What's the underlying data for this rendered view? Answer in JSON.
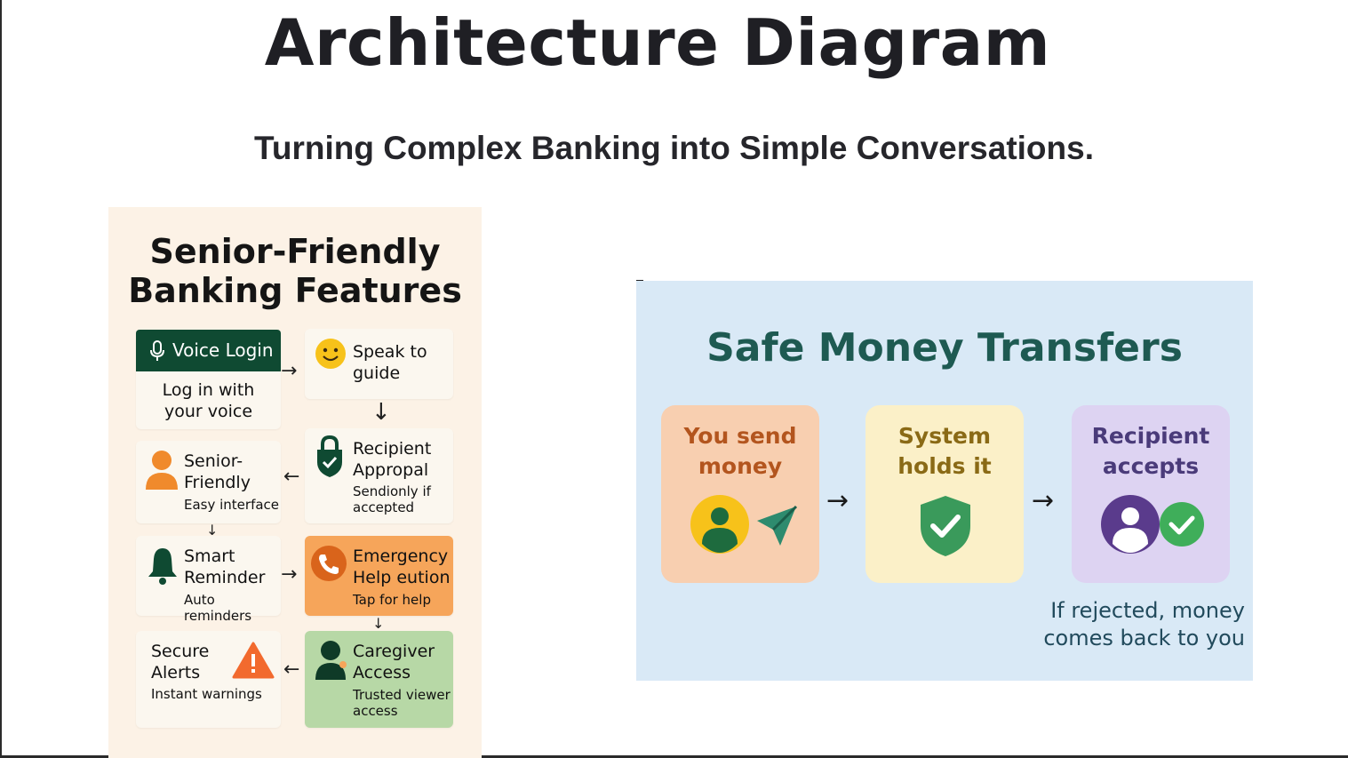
{
  "page": {
    "title": "Architecture Diagram",
    "subtitle": "Turning Complex Banking into Simple Conversations."
  },
  "features_panel": {
    "title_line1": "Senior-Friendly",
    "title_line2": "Banking Features",
    "cards": {
      "voice_login": {
        "title": "Voice Login",
        "desc_line1": "Log in with",
        "desc_line2": "your voice",
        "icon": "microphone-icon"
      },
      "speak_guide": {
        "title_line1": "Speak to",
        "title_line2": "guide",
        "icon": "smiley-icon"
      },
      "recipient": {
        "title_line1": "Recipient",
        "title_line2": "Appropal",
        "desc_line1": "Sendionly if",
        "desc_line2": "accepted",
        "icon": "lock-shield-icon"
      },
      "senior_friendly": {
        "title_line1": "Senior-",
        "title_line2": "Friendly",
        "desc": "Easy interface",
        "icon": "person-icon"
      },
      "smart_reminder": {
        "title_line1": "Smart",
        "title_line2": "Reminder",
        "desc": "Auto reminders",
        "icon": "bell-icon"
      },
      "emergency": {
        "title_line1": "Emergency",
        "title_line2": "Help eution",
        "desc": "Tap for help",
        "icon": "phone-icon"
      },
      "secure_alerts": {
        "title_line1": "Secure",
        "title_line2": "Alerts",
        "desc": "Instant warnings",
        "icon": "warning-icon"
      },
      "caregiver": {
        "title_line1": "Caregiver",
        "title_line2": "Access",
        "desc_line1": "Trusted viewer",
        "desc_line2": "access",
        "icon": "caregiver-icon"
      }
    }
  },
  "transfers_panel": {
    "title": "Safe Money Transfers",
    "steps": [
      {
        "line1": "You send",
        "line2": "money",
        "icon": "user-send-icon"
      },
      {
        "line1": "System",
        "line2": "holds it",
        "icon": "shield-check-icon"
      },
      {
        "line1": "Recipient",
        "line2": "accepts",
        "icon": "user-accept-icon"
      }
    ],
    "note_line1": "If rejected, money",
    "note_line2": "comes back to you"
  },
  "colors": {
    "dark_green": "#0f4a32",
    "orange": "#f6a55a",
    "light_green": "#b7d8a6",
    "cream_panel": "#fcf2e6",
    "blue_panel": "#d9e9f6",
    "step_peach": "#f8cfb0",
    "step_yellow": "#fbf0c8",
    "step_lavender": "#ddd3f2"
  }
}
